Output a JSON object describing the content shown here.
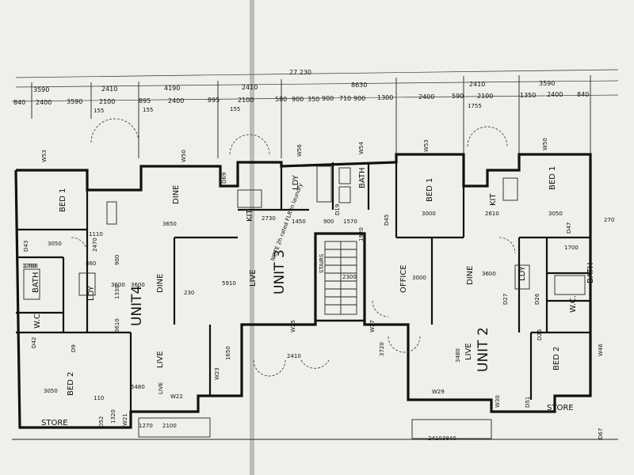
{
  "plan": {
    "overall_dimension": "27 230",
    "row1_dimensions": [
      "3590",
      "2410",
      "4190",
      "2410",
      "8630",
      "2410",
      "3590"
    ],
    "row2_dimensions": [
      "840",
      "2400",
      "3590",
      "2100",
      "895",
      "2400",
      "895",
      "2100",
      "580",
      "900",
      "350",
      "900",
      "710",
      "900",
      "1300",
      "2400",
      "590",
      "2100",
      "1350",
      "2400",
      "840"
    ],
    "small_dimensions": [
      "155",
      "155",
      "155",
      "1755"
    ],
    "units": [
      {
        "label": "UNIT4"
      },
      {
        "label": "UNIT 3"
      },
      {
        "label": "UNIT 2"
      }
    ],
    "rooms": [
      {
        "label": "BED 1",
        "dim": "3050"
      },
      {
        "label": "DINE",
        "dim": "3650"
      },
      {
        "label": "KIT",
        "dim": "2730"
      },
      {
        "label": "LDY"
      },
      {
        "label": "BATH",
        "dim": "1570"
      },
      {
        "label": "BED 1",
        "dim": "3000"
      },
      {
        "label": "KIT",
        "dim": "2610"
      },
      {
        "label": "BED 1",
        "dim": "3050"
      },
      {
        "label": "BATH",
        "dim": "1700"
      },
      {
        "label": "W.C."
      },
      {
        "label": "LDY"
      },
      {
        "label": "DINE",
        "dim": "3600"
      },
      {
        "label": "LIVE",
        "dim": "5910"
      },
      {
        "label": "STAIRS",
        "dim": "2300"
      },
      {
        "label": "OFFICE",
        "dim": "3000"
      },
      {
        "label": "DINE",
        "dim": "3600"
      },
      {
        "label": "BATH",
        "dim": "1700"
      },
      {
        "label": "LDY"
      },
      {
        "label": "W.C."
      },
      {
        "label": "LIVE",
        "dim": "3600"
      },
      {
        "label": "BED 2",
        "dim": "3050"
      },
      {
        "label": "LIVE",
        "dim": "5480"
      },
      {
        "label": "STORE"
      },
      {
        "label": "LIVE",
        "dim": "3480"
      },
      {
        "label": "BED 2"
      },
      {
        "label": "STORE"
      }
    ],
    "note": "NOTE 2h rated FLR in laundry",
    "window_tags": [
      "W53",
      "W50",
      "W56",
      "W54",
      "W53",
      "W50",
      "W22",
      "W23",
      "W25",
      "W27",
      "W29",
      "W30",
      "W21",
      "W46"
    ],
    "door_tags": [
      "D43",
      "D42",
      "D9",
      "D69",
      "D19",
      "D45",
      "D47",
      "D27",
      "D25",
      "D26",
      "D52",
      "D51",
      "D67"
    ],
    "misc_dimensions": [
      "2470",
      "1110",
      "860",
      "900",
      "1330",
      "3610",
      "230",
      "110",
      "1450",
      "900",
      "1920",
      "2410",
      "3720",
      "270",
      "2100",
      "3840",
      "1270",
      "1650",
      "2410",
      "1320",
      "1700"
    ]
  }
}
